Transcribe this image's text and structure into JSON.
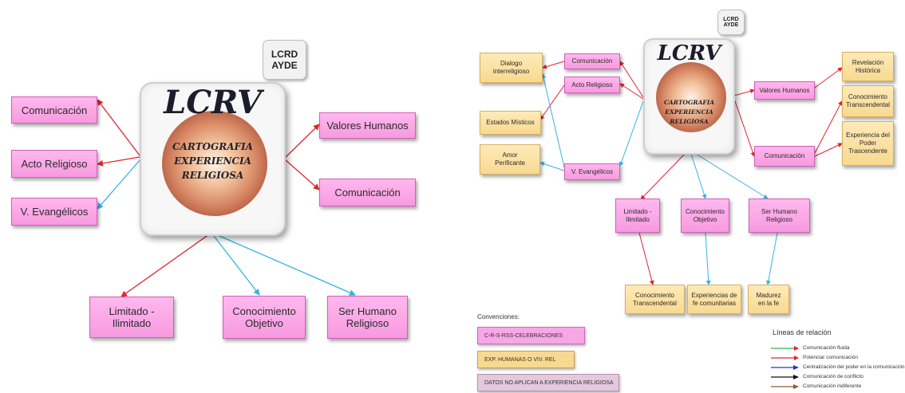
{
  "left": {
    "badge": {
      "line1": "LCRD",
      "line2": "AYDE"
    },
    "hub": {
      "title": "LCRV",
      "sub1": "CARTOGRAFIA",
      "sub2": "EXPERIENCIA",
      "sub3": "RELIGIOSA"
    },
    "nodes": {
      "comunicacion_left": "Comunicación",
      "acto_religioso": "Acto Religioso",
      "v_evangelicos": "V. Evangélicos",
      "valores_humanos": "Valores Humanos",
      "comunicacion_right": "Comunicación",
      "limitado": "Limitado - Ilimitado",
      "conocimiento": "Conocimiento Objetivo",
      "ser_humano": "Ser Humano Religioso"
    }
  },
  "right": {
    "badge": {
      "line1": "LCRD",
      "line2": "AYDE"
    },
    "hub": {
      "title": "LCRV",
      "sub1": "CARTOGRAFIA",
      "sub2": "EXPERIENCIA",
      "sub3": "RELIGIOSA"
    },
    "pink": {
      "comunicacion_top": "Comunicación",
      "acto_religioso": "Acto Religioso",
      "v_evangelicos": "V. Evangélicos",
      "valores_humanos": "Valores Humanos",
      "comunicacion_right": "Comunicación",
      "limitado": "Limitado - Ilimitado",
      "conocimiento": "Conocimiento Objetivo",
      "ser_humano": "Ser Humano Religioso"
    },
    "tan": {
      "dialogo": "Dialogo interreligioso",
      "estados": "Estados Místicos",
      "amor": "Amor Perificante",
      "revelacion": "Revelación Histórica",
      "conocimiento_trans_r": "Conocimiento Transcendental",
      "experiencia_poder": "Experiencia del Poder Trascendente",
      "conocimiento_trans_b": "Conocimiento Transcendental",
      "experiencias_fe": "Experiencias de fe comunitarias",
      "madurez": "Madurez en la fe"
    },
    "conventions": {
      "title": "Convenciones:",
      "box1": "C-R-S-RSS-CELEBRACIONES",
      "box2": "EXP. HUMANAS O VIV. REL",
      "box3": "DATOS NO APLICAN A EXPERIENCIA RELIGIOSA"
    },
    "lines_legend": {
      "title": "Líneas de relación",
      "items": [
        {
          "label": "Comunicación fluida",
          "color": "#2eb35a"
        },
        {
          "label": "Potenciar comunicación",
          "color": "#e0262e"
        },
        {
          "label": "Centralización del poder en la comunicación",
          "color": "#2336c9"
        },
        {
          "label": "Comunicación de conflicto",
          "color": "#111111"
        },
        {
          "label": "Comunicación indiferente",
          "color": "#8a5a2a"
        }
      ]
    }
  },
  "colors": {
    "red": "#e0262e",
    "blue": "#35b2e6",
    "pink": "#f79ae0",
    "tan": "#f7d990"
  }
}
